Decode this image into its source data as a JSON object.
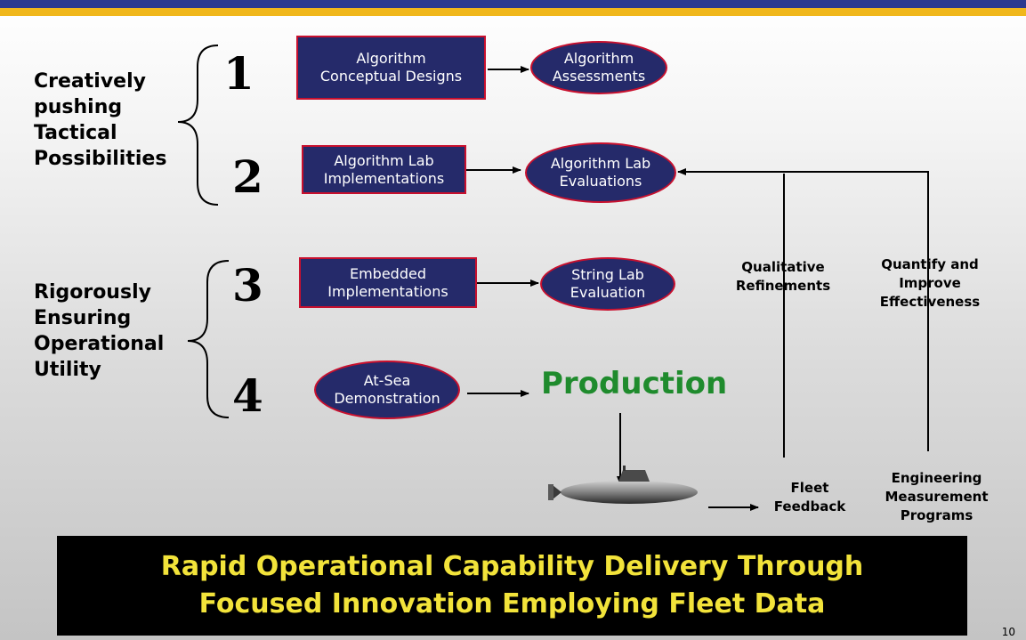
{
  "phase_groups": {
    "upper_title": [
      "Creatively",
      "pushing",
      "Tactical",
      "Possibilities"
    ],
    "lower_title": [
      "Rigorously",
      "Ensuring",
      "Operational",
      "Utility"
    ]
  },
  "steps": [
    {
      "number": "1",
      "start": [
        "Algorithm",
        "Conceptual Designs"
      ],
      "result": [
        "Algorithm",
        "Assessments"
      ]
    },
    {
      "number": "2",
      "start": [
        "Algorithm Lab",
        "Implementations"
      ],
      "result": [
        "Algorithm Lab",
        "Evaluations"
      ]
    },
    {
      "number": "3",
      "start": [
        "Embedded",
        "Implementations"
      ],
      "result": [
        "String Lab",
        "Evaluation"
      ]
    },
    {
      "number": "4",
      "start": [
        "At-Sea",
        "Demonstration"
      ],
      "result": "Production"
    }
  ],
  "feedback": {
    "qualitative": [
      "Qualitative",
      "Refinements"
    ],
    "quantify": [
      "Quantify and",
      "Improve",
      "Effectiveness"
    ],
    "fleet": [
      "Fleet",
      "Feedback"
    ],
    "engineering": [
      "Engineering",
      "Measurement",
      "Programs"
    ]
  },
  "slogan": [
    "Rapid Operational Capability Delivery Through",
    "Focused Innovation Employing Fleet Data"
  ],
  "page_number": "10",
  "colors": {
    "box_fill": "#252a6a",
    "box_border": "#c8102e",
    "production": "#1f8b2d",
    "slogan_text": "#f2e33a",
    "banner_blue": "#2b3a8f",
    "banner_gold": "#f0b71b"
  },
  "icons": {
    "vessel": "submarine-icon"
  }
}
